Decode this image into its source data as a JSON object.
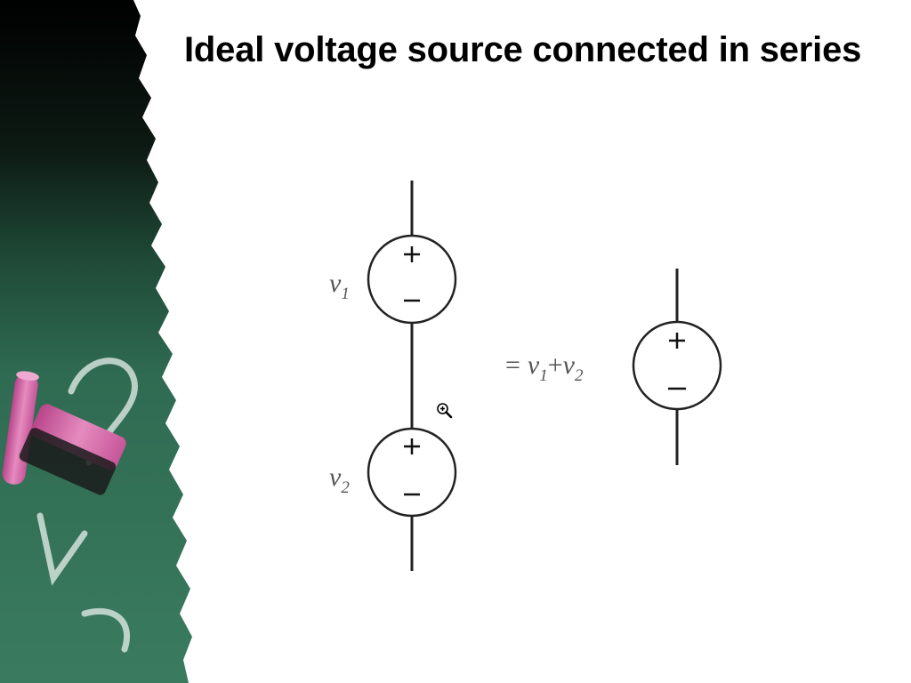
{
  "slide": {
    "title": "Ideal voltage source connected in series",
    "left_source_label_var": "v",
    "left_source_label_sub1": "1",
    "left_source_label_sub2": "2",
    "equation": {
      "equals": "=",
      "var1": "v",
      "sub1": "1",
      "plus": "+",
      "var2": "v",
      "sub2": "2"
    },
    "icons": {
      "cursor": "zoom-in-icon",
      "background": "chalkboard-with-chalk"
    },
    "colors": {
      "chalkboard_green": "#2f6b52",
      "chalk_pink": "#d96aa8",
      "label_gray": "#555555",
      "wire": "#222222"
    }
  }
}
